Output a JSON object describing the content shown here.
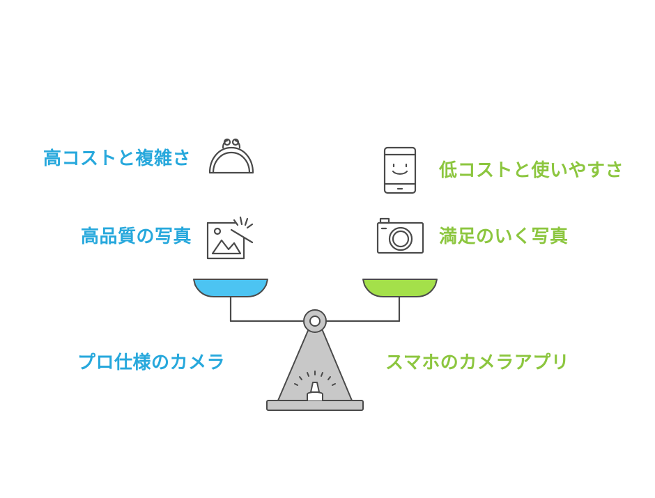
{
  "left": {
    "cost_label": "高コストと複雑さ",
    "quality_label": "高品質の写真",
    "title": "プロ仕様のカメラ",
    "cost_icon": "coin-purse-icon",
    "quality_icon": "magic-photo-icon",
    "color": "#27a8dc",
    "pan_color": "#4cc4f2"
  },
  "right": {
    "cost_label": "低コストと使いやすさ",
    "quality_label": "満足のいく写真",
    "title": "スマホのカメラアプリ",
    "cost_icon": "smiling-phone-icon",
    "quality_icon": "camera-icon",
    "color": "#8cc63f",
    "pan_color": "#a4e04a"
  },
  "scale": {
    "icon": "balance-scale-icon",
    "stand_color": "#c8c8c8",
    "outline_color": "#4a4a4a"
  }
}
